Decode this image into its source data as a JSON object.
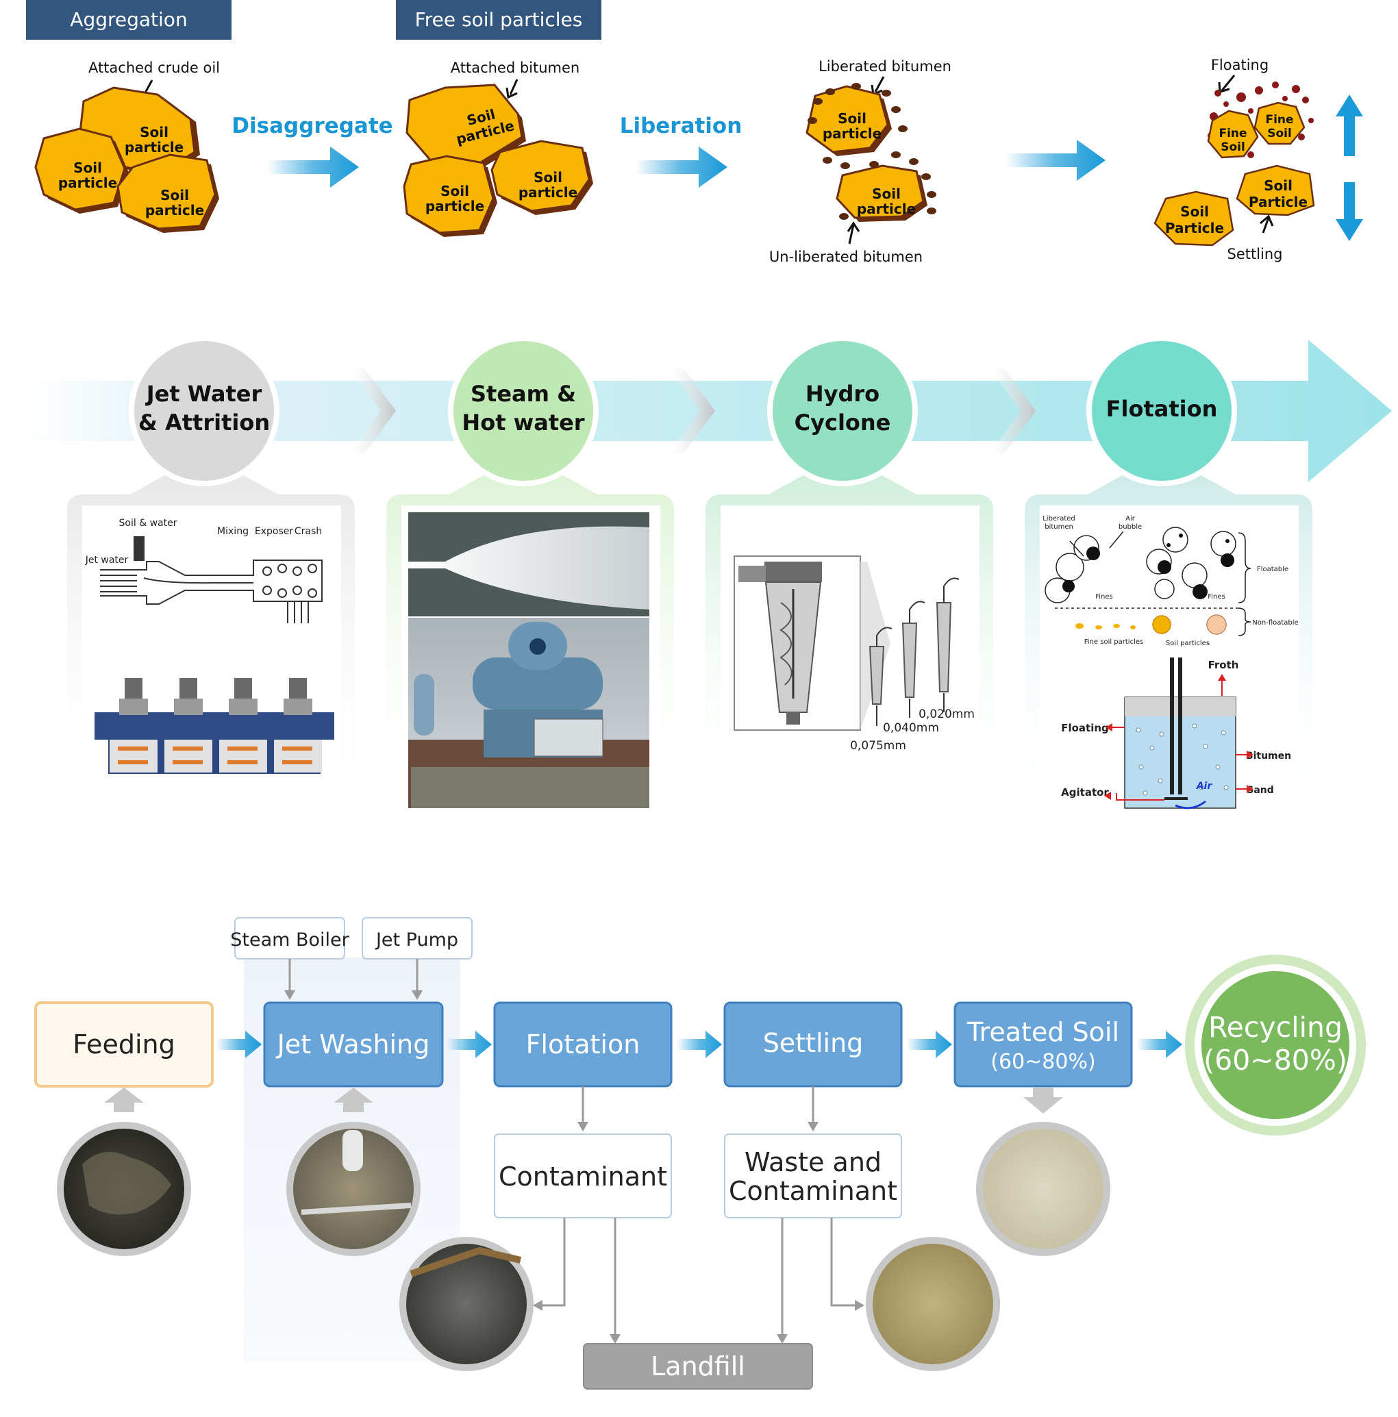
{
  "top": {
    "header_aggregation": "Aggregation",
    "header_free": "Free soil particles",
    "label_crude_oil": "Attached crude oil",
    "label_att_bitumen": "Attached bitumen",
    "label_lib_bitumen": "Liberated bitumen",
    "label_unlib_bitumen": "Un-liberated bitumen",
    "label_floating": "Floating",
    "label_settling": "Settling",
    "arrow_disaggregate": "Disaggregate",
    "arrow_liberation": "Liberation",
    "particle_l1": "Soil",
    "particle_l2": "particle",
    "particle_cap": "Particle",
    "fine_l1": "Fine",
    "fine_l2": "Soil",
    "soil_cap": "Soil"
  },
  "steps": [
    {
      "line1": "Jet Water",
      "line2": "& Attrition"
    },
    {
      "line1": "Steam &",
      "line2": "Hot water"
    },
    {
      "line1": "Hydro",
      "line2": "Cyclone"
    },
    {
      "line1": "Flotation",
      "line2": ""
    }
  ],
  "jet_panel": {
    "soil_water": "Soil & water",
    "mixing": "Mixing",
    "exposer": "Exposer",
    "crash": "Crash",
    "jet_water": "Jet water"
  },
  "cyclone_panel": {
    "d1": "0,020mm",
    "d2": "0,040mm",
    "d3": "0,075mm"
  },
  "flot_panel": {
    "lib_bitumen_1": "Liberated",
    "lib_bitumen_2": "bitumen",
    "air_bubble_1": "Air",
    "air_bubble_2": "bubble",
    "fines": "Fines",
    "floatable": "Floatable",
    "non_floatable": "Non-floatable",
    "fine_soil": "Fine soil particles",
    "soil_particles": "Soil particles",
    "froth": "Froth",
    "floating": "Floating",
    "bitumen": "Bitumen",
    "agitator": "Agitator",
    "sand": "Sand",
    "air": "Air"
  },
  "flow": {
    "steam_boiler": "Steam Boiler",
    "jet_pump": "Jet Pump",
    "feeding": "Feeding",
    "jet_washing": "Jet Washing",
    "flotation": "Flotation",
    "settling": "Settling",
    "treated_soil": "Treated Soil",
    "treated_pct": "(60~80%)",
    "recycling": "Recycling",
    "recycling_pct": "(60~80%)",
    "contaminant": "Contaminant",
    "waste_1": "Waste and",
    "waste_2": "Contaminant",
    "landfill": "Landfill"
  },
  "colors": {
    "header_bg": "#33567f",
    "arrow_blue": "#1a9ad8",
    "label_blue": "#1a96d4",
    "soil_fill": "#f7b500",
    "oil_brown": "#6b2f10",
    "bitumen_dot": "#6e1a1a",
    "flow_box": "#6aa5d9",
    "flow_box_border": "#3f7fbf",
    "feeding_bg": "#fff8ee",
    "feeding_border": "#f4c98a",
    "landfill_bg": "#a3a3a3",
    "recycling_green": "#7ab95d"
  },
  "icons": [
    "down-arrow-icon",
    "right-arrow-icon",
    "up-arrow-icon"
  ]
}
